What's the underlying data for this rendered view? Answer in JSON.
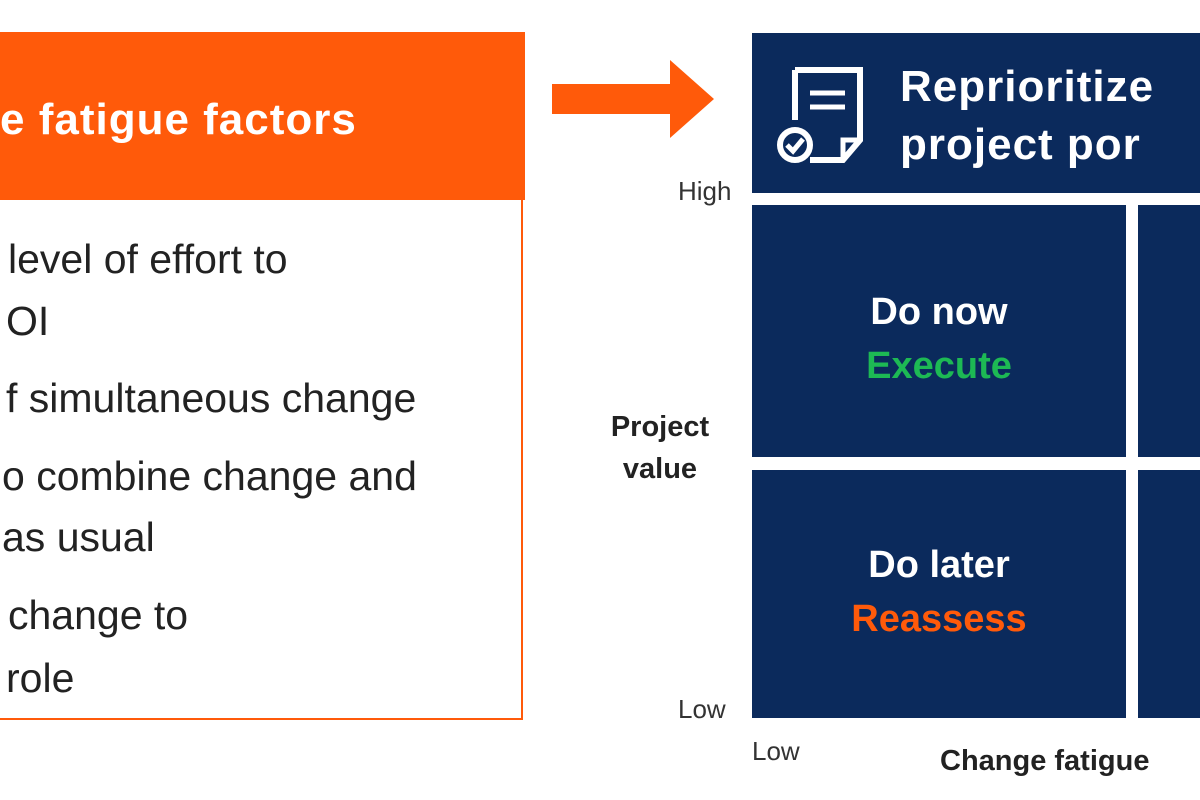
{
  "left_panel": {
    "title": "e fatigue factors",
    "lines": [
      "level of effort to",
      "OI",
      "f simultaneous change",
      "o combine change and",
      "as usual",
      "change to",
      "role"
    ]
  },
  "right_panel": {
    "title_line1": "Reprioritize",
    "title_line2": "project por",
    "quadrants": [
      {
        "label": "Do now",
        "action": "Execute",
        "action_color": "#1DB954"
      },
      {
        "label": "Do later",
        "action": "Reassess",
        "action_color": "#FF5A0A"
      }
    ],
    "y_axis": {
      "label_line1": "Project",
      "label_line2": "value",
      "high": "High",
      "low": "Low"
    },
    "x_axis": {
      "label": "Change fatigue",
      "low": "Low"
    }
  },
  "colors": {
    "orange": "#FF5A0A",
    "navy": "#0B2A5C"
  }
}
